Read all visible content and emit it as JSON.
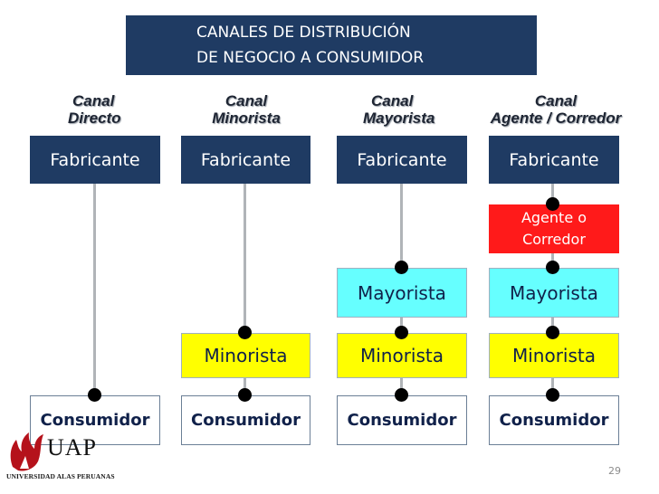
{
  "title": {
    "line1": "CANALES DE DISTRIBUCIÓN",
    "line2": "DE NEGOCIO A CONSUMIDOR"
  },
  "channels": [
    {
      "label_line1": "Canal",
      "label_line2": "Directo"
    },
    {
      "label_line1": "Canal",
      "label_line2": "Minorista"
    },
    {
      "label_line1": "Canal",
      "label_line2": "Mayorista"
    },
    {
      "label_line1": "Canal",
      "label_line2": "Agente / Corredor"
    }
  ],
  "nodes": {
    "fabricante": "Fabricante",
    "agente_line1": "Agente o",
    "agente_line2": "Corredor",
    "mayorista": "Mayorista",
    "minorista": "Minorista",
    "consumidor": "Consumidor"
  },
  "colors": {
    "navy": "#1f3b63",
    "agent_red": "#ff1a1a",
    "mayorista_cyan": "#66ffff",
    "minorista_yellow": "#ffff00",
    "logo_red": "#b5121b"
  },
  "logo": {
    "acronym": "UAP",
    "university_name": "UNIVERSIDAD ALAS PERUANAS"
  },
  "page_number": "29"
}
